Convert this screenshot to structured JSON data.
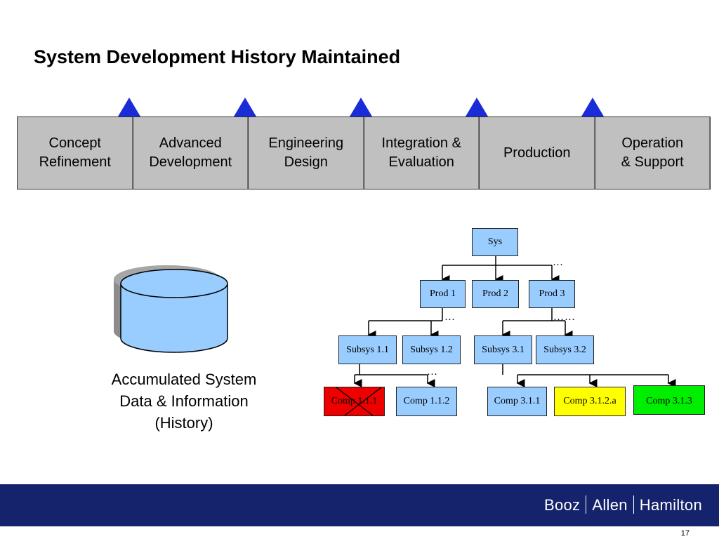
{
  "slide": {
    "title": "System Development History Maintained",
    "page_number": "17"
  },
  "phases": [
    {
      "label": "Concept\nRefinement"
    },
    {
      "label": "Advanced\nDevelopment"
    },
    {
      "label": "Engineering\nDesign"
    },
    {
      "label": "Integration &\nEvaluation"
    },
    {
      "label": "Production"
    },
    {
      "label": "Operation\n& Support"
    }
  ],
  "milestone_color": "#1a2bd8",
  "phase_color": "#c0c0c0",
  "repository": {
    "caption": "Accumulated System\nData & Information\n(History)",
    "fill_color": "#99ccff"
  },
  "tree": {
    "root": "Sys",
    "products": [
      "Prod 1",
      "Prod 2",
      "Prod 3"
    ],
    "subsystems": [
      "Subsys 1.1",
      "Subsys 1.2",
      "Subsys 3.1",
      "Subsys 3.2"
    ],
    "components": [
      {
        "label": "Comp 1.1.1",
        "status": "red",
        "crossed_out": true
      },
      {
        "label": "Comp 1.1.2",
        "status": "blue"
      },
      {
        "label": "Comp 3.1.1",
        "status": "blue"
      },
      {
        "label": "Comp 3.1.2.a",
        "status": "yellow"
      },
      {
        "label": "Comp 3.1.3",
        "status": "green"
      }
    ],
    "ellipses": [
      "…",
      "…",
      "……",
      "…"
    ]
  },
  "footer": {
    "brand_parts": [
      "Booz",
      "Allen",
      "Hamilton"
    ],
    "background": "#14236b"
  }
}
